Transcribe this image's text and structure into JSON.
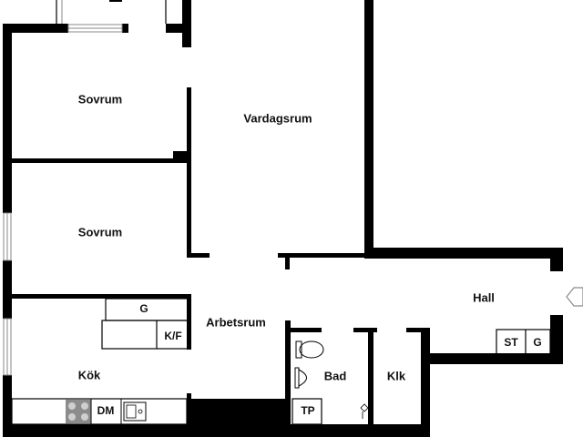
{
  "rooms": {
    "sovrum_1": "Sovrum",
    "sovrum_2": "Sovrum",
    "vardagsrum": "Vardagsrum",
    "arbetsrum": "Arbetsrum",
    "hall": "Hall",
    "kok": "Kök",
    "bad": "Bad",
    "klk": "Klk"
  },
  "fixtures": {
    "garderob_kok": "G",
    "kyl_frys": "K/F",
    "diskmaskin": "DM",
    "tvattpelare": "TP",
    "stad": "ST",
    "garderob_hall": "G"
  },
  "icons": {
    "entrance": "entrance-arrow-icon",
    "stove": "stove-icon",
    "sink": "sink-icon",
    "toilet": "toilet-icon",
    "washbasin": "washbasin-icon"
  },
  "colors": {
    "wall": "#000000",
    "background": "#ffffff",
    "stove": "#8c8c8c"
  }
}
